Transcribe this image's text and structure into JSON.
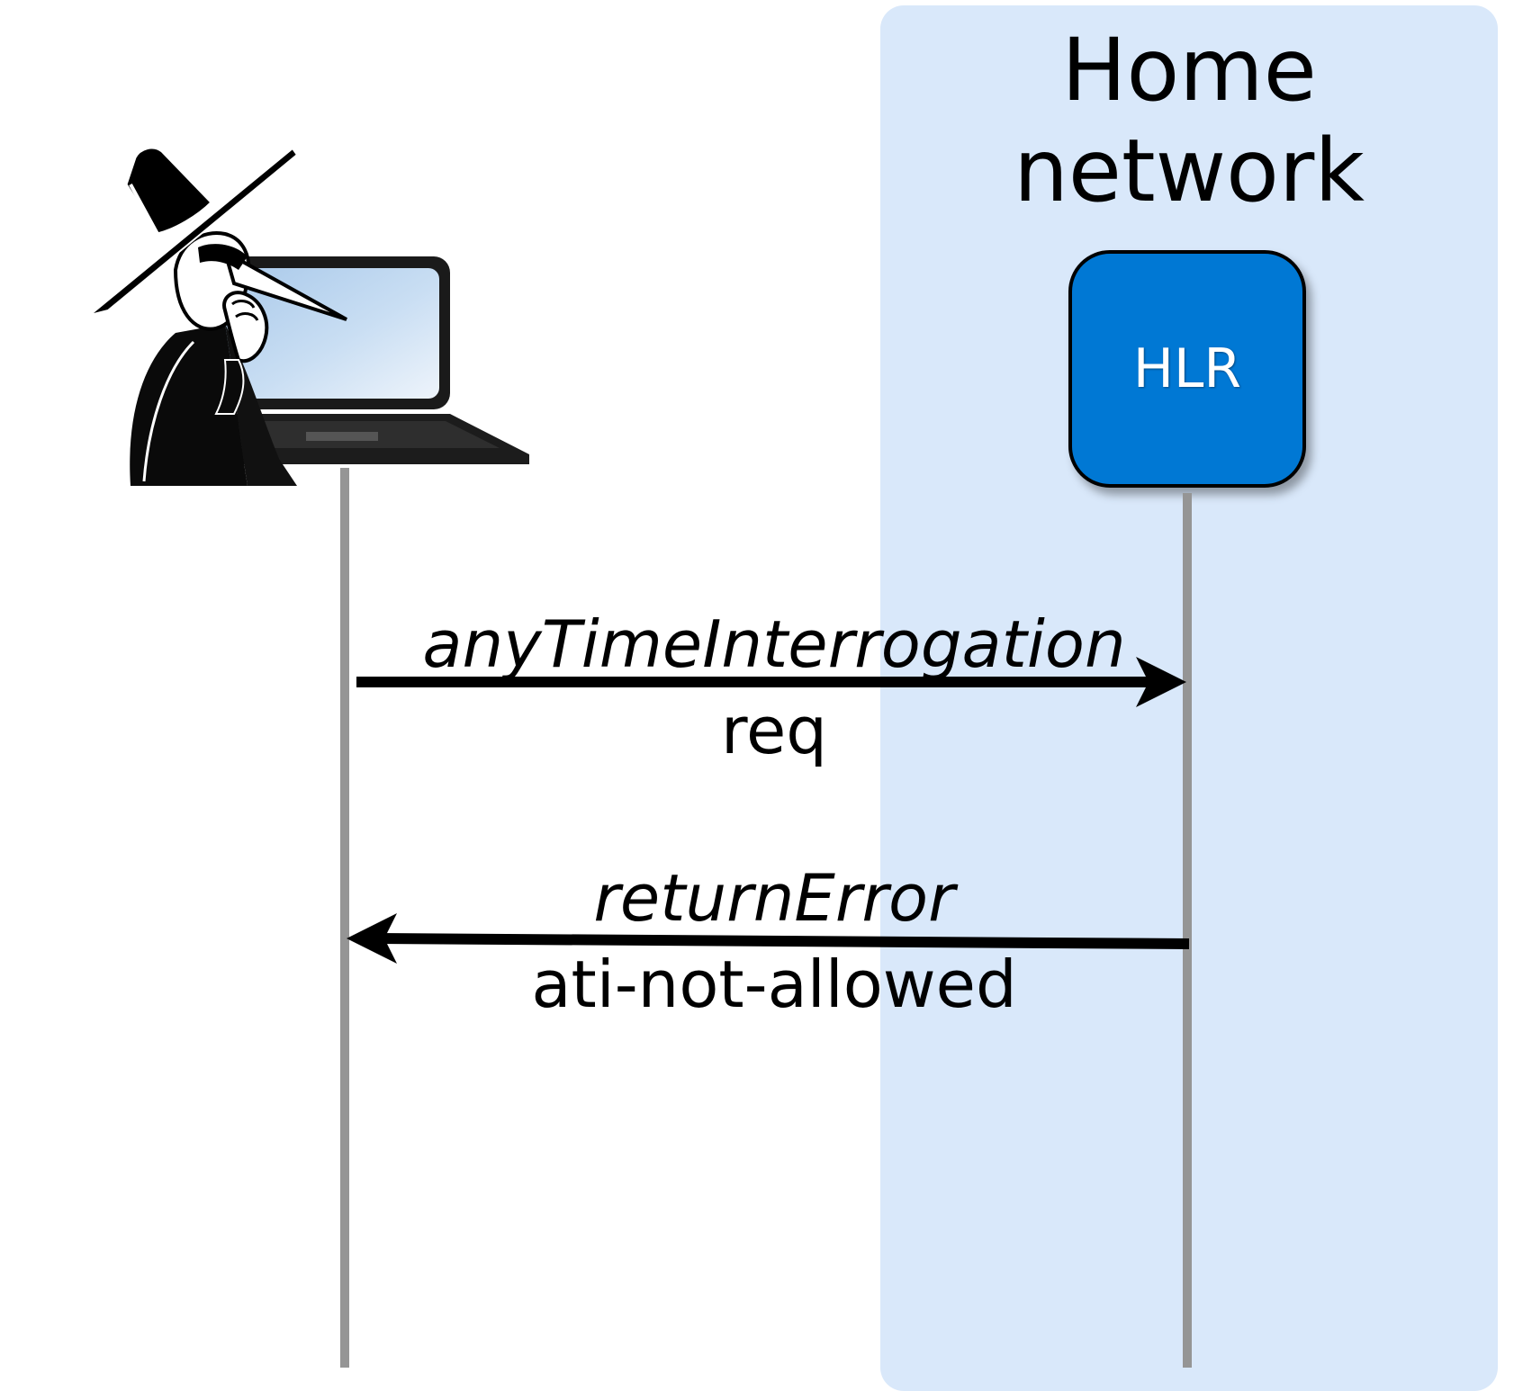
{
  "home_network": {
    "title_line1": "Home",
    "title_line2": "network",
    "background_color": "#d9e8fa"
  },
  "hlr": {
    "label": "HLR",
    "color": "#0078d4"
  },
  "attacker": {
    "icon": "spy-with-laptop-icon"
  },
  "messages": [
    {
      "name": "anyTimeInterrogation",
      "detail": "req",
      "direction": "attacker-to-hlr"
    },
    {
      "name": "returnError",
      "detail": "ati-not-allowed",
      "direction": "hlr-to-attacker"
    }
  ]
}
